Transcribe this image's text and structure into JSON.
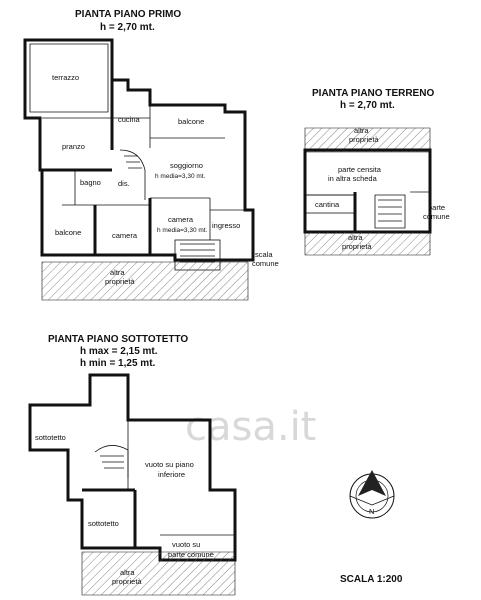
{
  "primo": {
    "title": "PIANTA PIANO PRIMO",
    "height": "h = 2,70 mt.",
    "rooms": {
      "terrazzo": "terrazzo",
      "cucina": "cucina",
      "balcone_top": "balcone",
      "pranzo": "pranzo",
      "soggiorno": "soggiorno",
      "soggiorno_h": "h media=3,30 mt.",
      "bagno": "bagno",
      "dis": "dis.",
      "balcone_left": "balcone",
      "camera1": "camera",
      "camera2": "camera",
      "camera2_h": "h media=3,30 mt.",
      "ingresso": "ingresso",
      "scala1": "scala",
      "scala2": "comune",
      "altra1": "altra",
      "altra2": "proprietà"
    }
  },
  "terreno": {
    "title": "PIANTA PIANO TERRENO",
    "height": "h = 2,70 mt.",
    "rooms": {
      "altra_top1": "altra",
      "altra_top2": "proprietà",
      "censita1": "parte censita",
      "censita2": "in altra scheda",
      "cantina": "cantina",
      "comune1": "parte",
      "comune2": "comune",
      "altra_bot1": "altra",
      "altra_bot2": "proprietà"
    }
  },
  "sottotetto": {
    "title": "PIANTA PIANO SOTTOTETTO",
    "hmax": "h max = 2,15 mt.",
    "hmin": "h min = 1,25 mt.",
    "rooms": {
      "sottotetto1": "sottotetto",
      "vuoto1": "vuoto su piano",
      "vuoto2": "inferiore",
      "sottotetto2": "sottotetto",
      "vuoto_comune1": "vuoto su",
      "vuoto_comune2": "parte comune",
      "altra1": "altra",
      "altra2": "proprietà"
    }
  },
  "watermark": "casa.it",
  "scala": "SCALA 1:200",
  "north": "N"
}
